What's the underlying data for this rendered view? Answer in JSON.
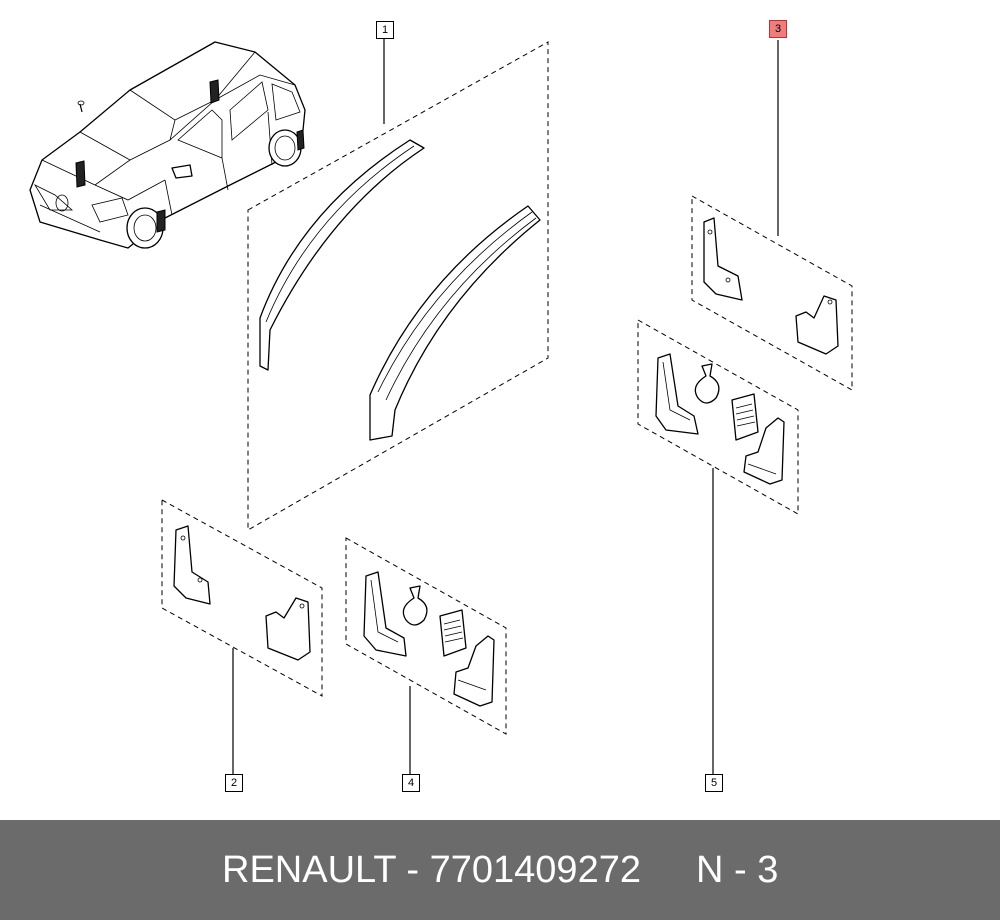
{
  "callouts": {
    "c1": "1",
    "c2": "2",
    "c3": "3",
    "c4": "4",
    "c5": "5"
  },
  "highlighted_callout": "3",
  "colors": {
    "highlight": "#f07c7c",
    "footer_bg": "#6b6b6b",
    "footer_text": "#ffffff"
  },
  "footer": {
    "part_label": "RENAULT - 7701409272",
    "ref_label": "N - 3"
  }
}
